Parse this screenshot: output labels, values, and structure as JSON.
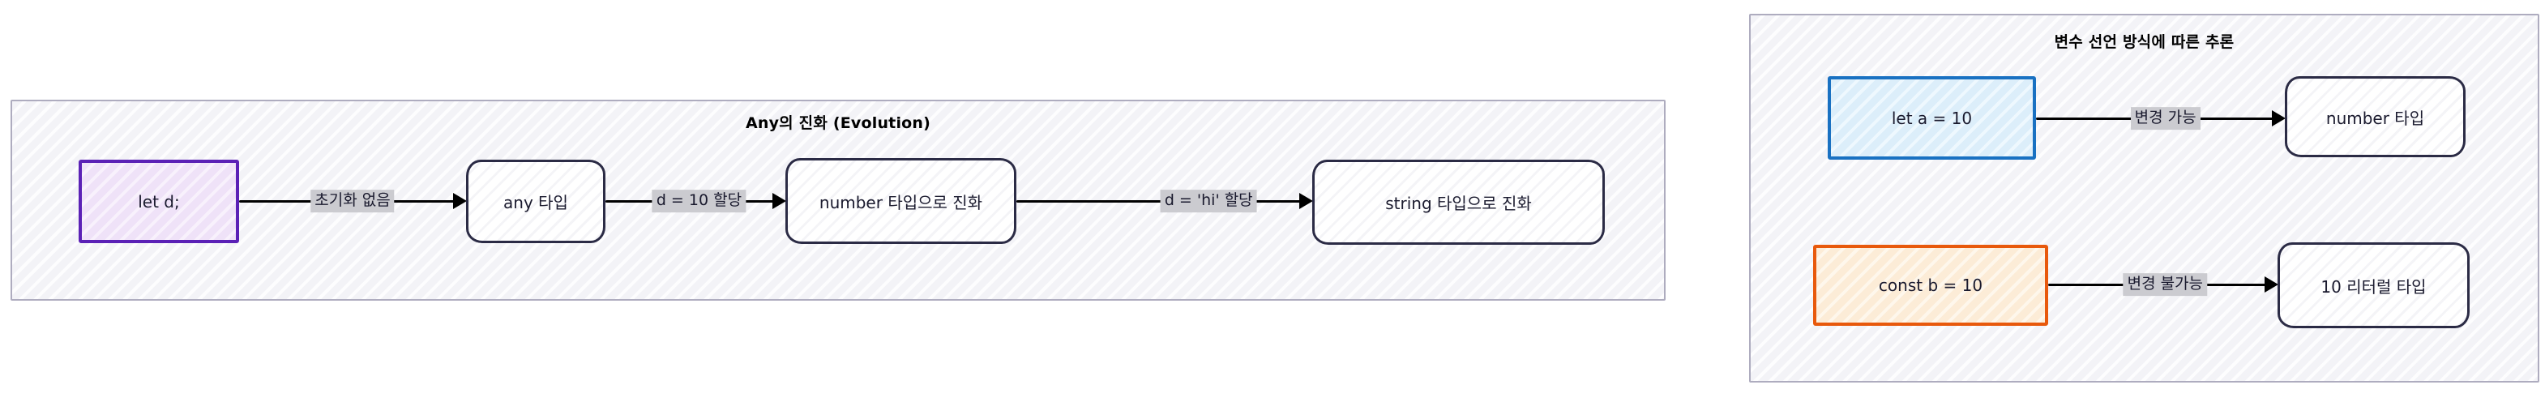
{
  "colors": {
    "panel_border": "#aeacbf",
    "panel_background": "#f3f3f7",
    "node_border": "#2b2b45",
    "node_text": "#1a1a2e",
    "edge_label_background": "#cbcbd0",
    "arrow": "#000000",
    "purple_border": "#5b21b6",
    "purple_fill": "#efe2f8",
    "blue_border": "#1971c2",
    "blue_fill": "#dceefa",
    "orange_border": "#e8590c",
    "orange_fill": "#fcecd7"
  },
  "panels": [
    {
      "title": "Any의 진화 (Evolution)",
      "nodes": [
        {
          "id": "let-d",
          "label": "let d;",
          "style": "purple"
        },
        {
          "id": "any-type",
          "label": "any 타입",
          "style": "rounded"
        },
        {
          "id": "number-evolve",
          "label": "number 타입으로 진화",
          "style": "rounded"
        },
        {
          "id": "string-evolve",
          "label": "string 타입으로 진화",
          "style": "rounded"
        }
      ],
      "edges": [
        {
          "from": "let-d",
          "to": "any-type",
          "label": "초기화 없음"
        },
        {
          "from": "any-type",
          "to": "number-evolve",
          "label": "d = 10 할당"
        },
        {
          "from": "number-evolve",
          "to": "string-evolve",
          "label": "d = 'hi' 할당"
        }
      ]
    },
    {
      "title": "변수 선언 방식에 따른 추론",
      "nodes": [
        {
          "id": "let-a",
          "label": "let a = 10",
          "style": "blue"
        },
        {
          "id": "number-type",
          "label": "number 타입",
          "style": "rounded"
        },
        {
          "id": "const-b",
          "label": "const b = 10",
          "style": "orange"
        },
        {
          "id": "literal-type",
          "label": "10 리터럴 타입",
          "style": "rounded"
        }
      ],
      "edges": [
        {
          "from": "let-a",
          "to": "number-type",
          "label": "변경 가능"
        },
        {
          "from": "const-b",
          "to": "literal-type",
          "label": "변경 불가능"
        }
      ]
    }
  ]
}
